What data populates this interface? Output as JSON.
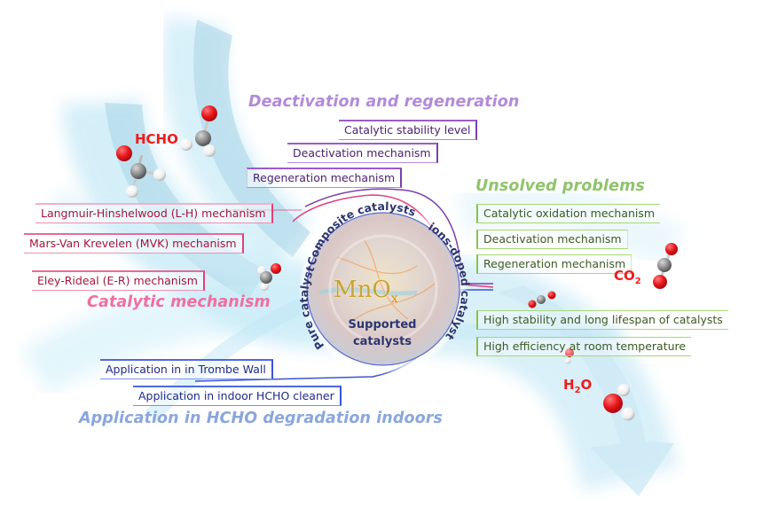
{
  "title": "MnOx catalysts for indoor HCHO degradation",
  "center": {
    "label_main": "MnO",
    "label_sub": "x",
    "ring_labels": [
      "Composite catalysts",
      "ions-doped catalyst",
      "Pure catalyst"
    ],
    "inner_label_line1": "Supported",
    "inner_label_line2": "catalysts"
  },
  "sections": {
    "deactivation": {
      "heading": "Deactivation and regeneration",
      "color": "#b38ad9",
      "items": [
        "Catalytic stability level",
        "Deactivation mechanism",
        "Regeneration mechanism"
      ]
    },
    "catalytic": {
      "heading": "Catalytic mechanism",
      "color": "#f06fa0",
      "items": [
        "Langmuir-Hinshelwood (L-H) mechanism",
        "Mars-Van Krevelen (MVK) mechanism",
        "Eley-Rideal (E-R) mechanism"
      ]
    },
    "unsolved": {
      "heading": "Unsolved problems",
      "color": "#8fc46a",
      "items": [
        "Catalytic oxidation mechanism",
        "Deactivation mechanism",
        "Regeneration mechanism",
        "High stability and long lifespan of catalysts",
        "High efficiency at room temperature"
      ]
    },
    "application": {
      "heading": "Application in HCHO degradation indoors",
      "color": "#8aa6dc",
      "items": [
        "Application in  in Trombe Wall",
        "Application in indoor HCHO cleaner"
      ]
    }
  },
  "molecules": {
    "hcho": {
      "label": "HCHO"
    },
    "co2": {
      "label": "CO",
      "sub": "2"
    },
    "h2o": {
      "label_pre": "H",
      "sub": "2",
      "label_post": "O"
    }
  },
  "colors": {
    "oxygen": "#e8141a",
    "carbon": "#8c8c8c",
    "hydrogen": "#f2f2f2",
    "arrow_fill": "#bfe3f0"
  }
}
